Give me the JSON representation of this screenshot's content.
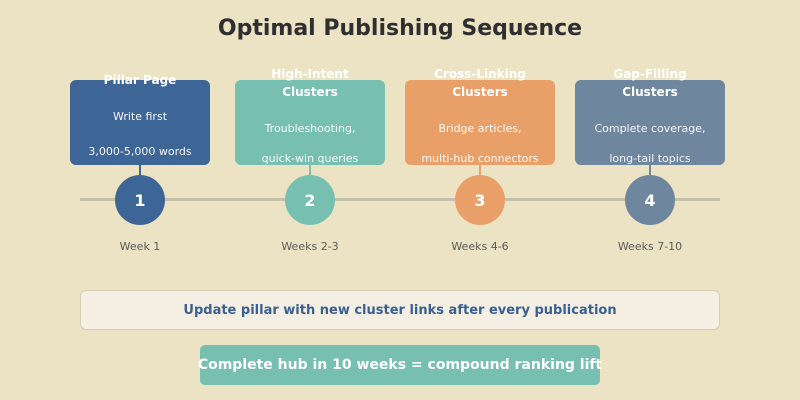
{
  "title": "Optimal Publishing Sequence",
  "steps": [
    {
      "number": "1",
      "title": "Pillar Page",
      "desc_lines": [
        "Write first",
        "3,000-5,000 words"
      ],
      "week": "Week 1",
      "color": "#3d6596"
    },
    {
      "number": "2",
      "title": "High-Intent\nClusters",
      "desc_lines": [
        "Troubleshooting,",
        "quick-win queries"
      ],
      "week": "Weeks 2-3",
      "color": "#76bfb1"
    },
    {
      "number": "3",
      "title": "Cross-Linking\nClusters",
      "desc_lines": [
        "Bridge articles,",
        "multi-hub connectors"
      ],
      "week": "Weeks 4-6",
      "color": "#e8a068"
    },
    {
      "number": "4",
      "title": "Gap-Filling\nClusters",
      "desc_lines": [
        "Complete coverage,",
        "long-tail topics"
      ],
      "week": "Weeks 7-10",
      "color": "#6e879f"
    }
  ],
  "note": "Update pillar with new cluster links after every publication",
  "banner": "Complete hub in 10 weeks = compound ranking lift"
}
